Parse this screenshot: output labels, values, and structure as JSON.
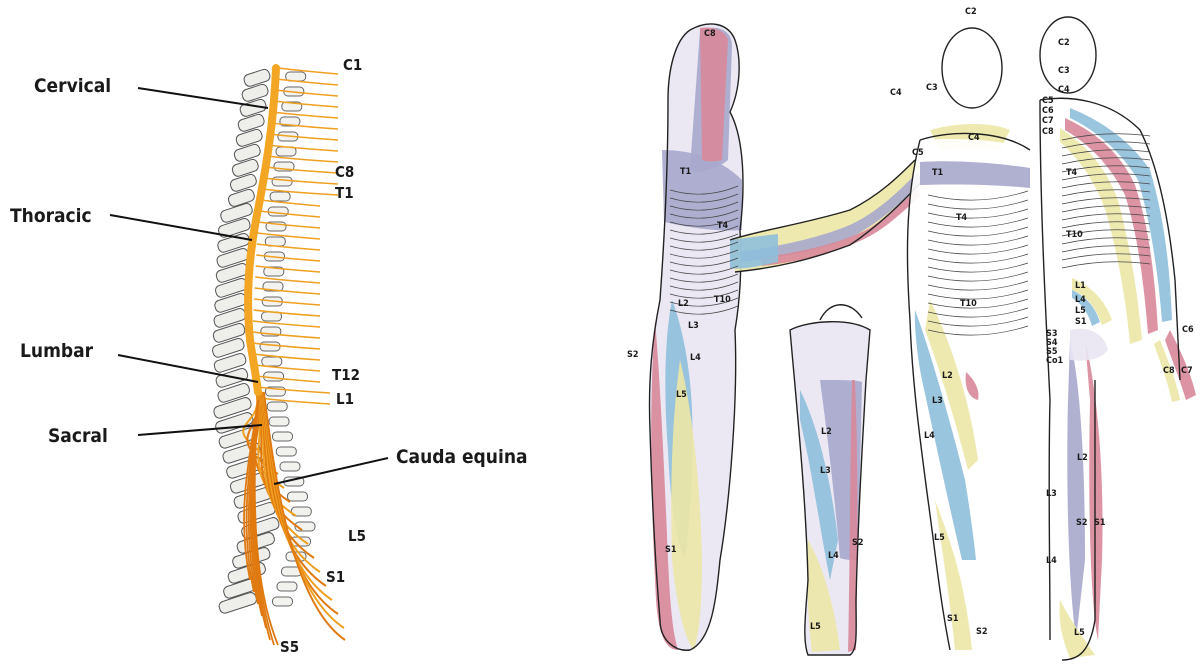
{
  "spine": {
    "region_labels": {
      "cervical": "Cervical",
      "thoracic": "Thoracic",
      "lumbar": "Lumbar",
      "sacral": "Sacral",
      "cauda_equina": "Cauda equina"
    },
    "level_labels": {
      "c1": "C1",
      "c8": "C8",
      "t1": "T1",
      "t12": "T12",
      "l1": "L1",
      "l5": "L5",
      "s1": "S1",
      "s5": "S5"
    }
  },
  "dermatomes": {
    "side_view": [
      "C8",
      "T1",
      "T4",
      "T10",
      "L2",
      "L3",
      "L4",
      "L5",
      "S1",
      "S2"
    ],
    "leg_view": [
      "L2",
      "L3",
      "L4",
      "L5",
      "S2"
    ],
    "front_view": [
      "C2",
      "C3",
      "C4",
      "C4",
      "C5",
      "T1",
      "T4",
      "T10",
      "L2",
      "L3",
      "L4",
      "L5",
      "S1",
      "S2"
    ],
    "back_view": [
      "C2",
      "C3",
      "C4",
      "C5",
      "C6",
      "C7",
      "C8",
      "T4",
      "T10",
      "L1",
      "L4",
      "L5",
      "S1",
      "S3",
      "S4",
      "S5",
      "Co1",
      "C6",
      "C8",
      "C7",
      "L2",
      "L3",
      "S2",
      "S1",
      "L4",
      "L5"
    ]
  },
  "colors": {
    "nerve": "#f0a020",
    "nerve_dark": "#e07a10",
    "band_pink": "#d8889a",
    "band_blue": "#8fbfdc",
    "band_yellow": "#ece7a6",
    "band_lavender": "#a7a9cc"
  }
}
